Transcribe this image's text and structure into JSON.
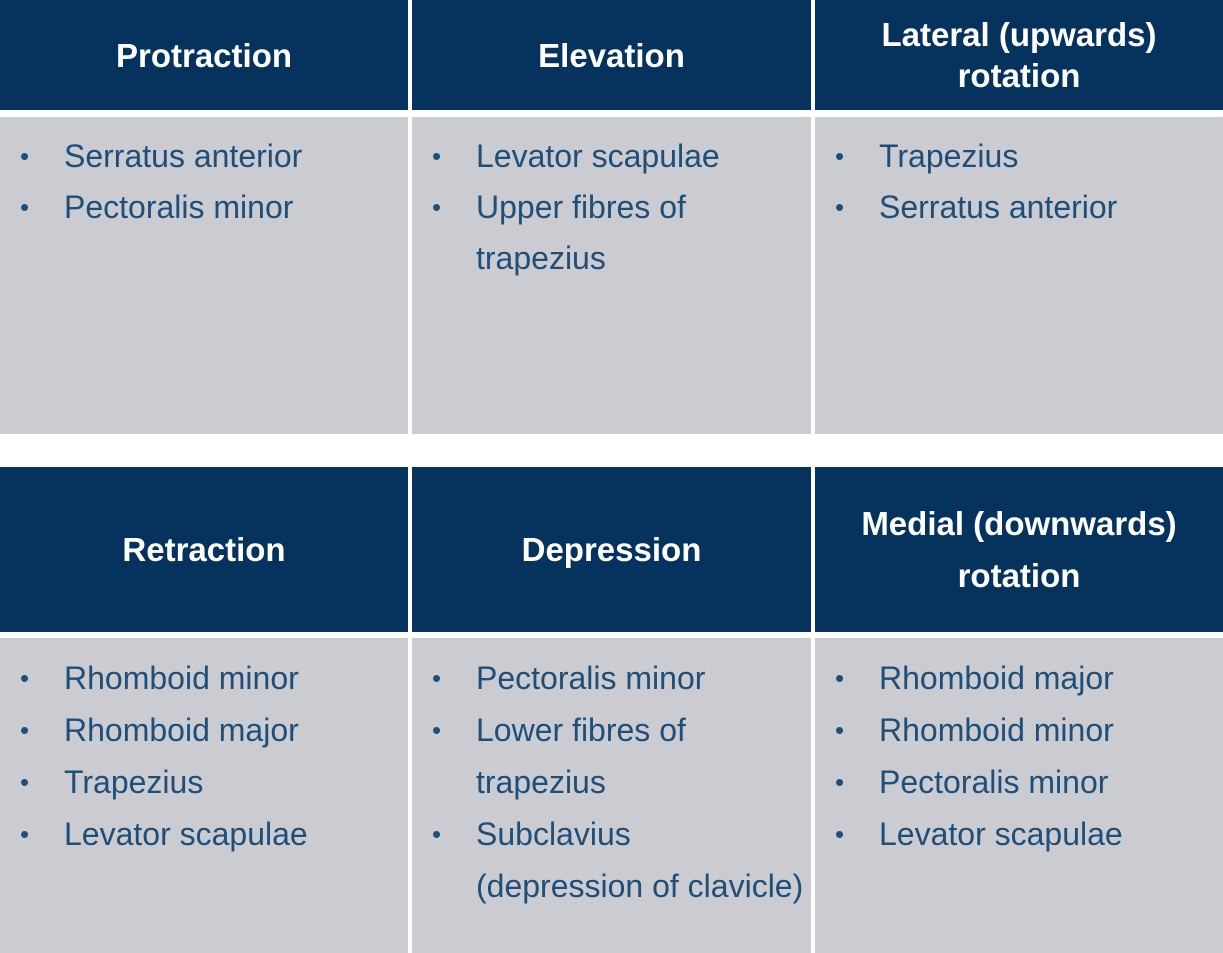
{
  "theme": {
    "header_bg": "#06335E",
    "header_text": "#FFFFFF",
    "body_bg": "#CACCD1",
    "body_text": "#1F4E79",
    "gutter": "#FFFFFF",
    "bullet_glyph": "•"
  },
  "tables": [
    {
      "name": "scapular-movements-table-upper",
      "columns": [
        {
          "header": "Protraction",
          "items": [
            "Serratus anterior",
            "Pectoralis minor"
          ]
        },
        {
          "header": "Elevation",
          "items": [
            "Levator scapulae",
            "Upper fibres of trapezius"
          ]
        },
        {
          "header": "Lateral (upwards) rotation",
          "items": [
            "Trapezius",
            "Serratus anterior"
          ]
        }
      ]
    },
    {
      "name": "scapular-movements-table-lower",
      "columns": [
        {
          "header": "Retraction",
          "items": [
            "Rhomboid minor",
            "Rhomboid major",
            "Trapezius",
            "Levator scapulae"
          ]
        },
        {
          "header": "Depression",
          "items": [
            "Pectoralis minor",
            "Lower fibres of trapezius",
            "Subclavius (depression of clavicle)"
          ]
        },
        {
          "header": "Medial (downwards) rotation",
          "items": [
            "Rhomboid major",
            "Rhomboid minor",
            "Pectoralis minor",
            "Levator scapulae"
          ]
        }
      ]
    }
  ]
}
